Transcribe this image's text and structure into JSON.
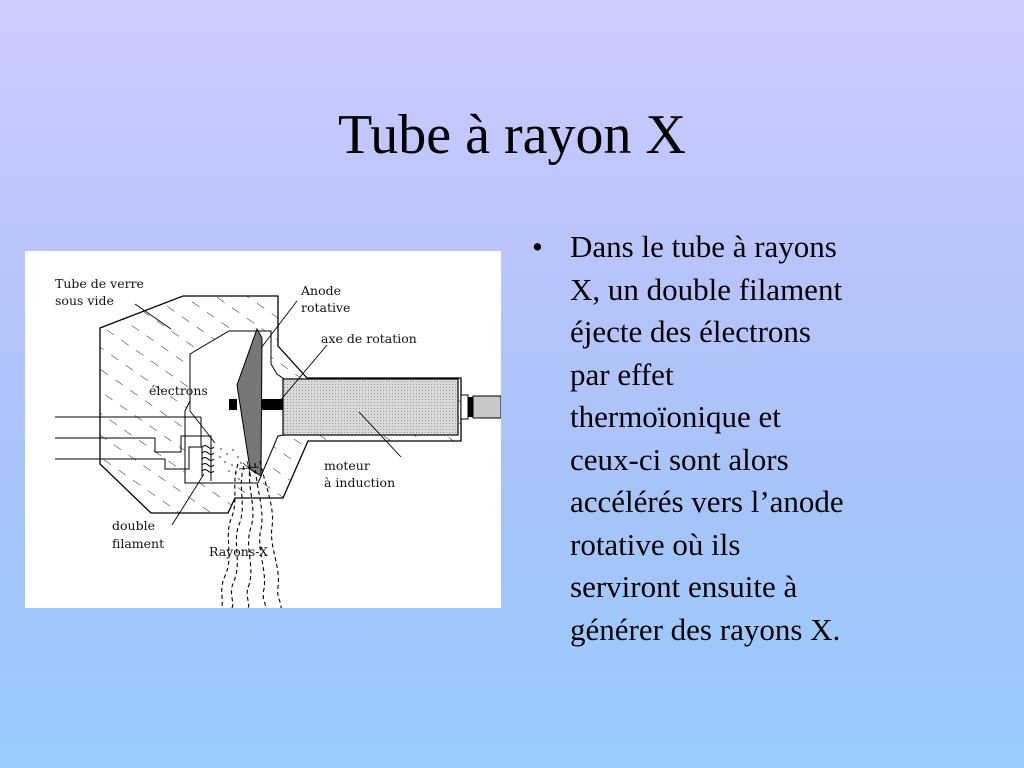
{
  "slide": {
    "title": "Tube à rayon X",
    "bullet_symbol": "•",
    "bullet_text": "Dans le tube à rayons\nX, un double filament\néjecte des électrons\npar effet\nthermoïonique et\nceux-ci sont alors\naccélérés vers l’anode\nrotative où ils\nserviront ensuite à\ngénérer des rayons X."
  },
  "diagram": {
    "labels": {
      "glass_tube": [
        "Tube de verre",
        "sous vide"
      ],
      "anode": [
        "Anode",
        "rotative"
      ],
      "axis": "axe de rotation",
      "electrons": "électrons",
      "motor": [
        "moteur",
        "à induction"
      ],
      "filament": [
        "double",
        "filament"
      ],
      "xrays": "Rayons-X"
    }
  }
}
